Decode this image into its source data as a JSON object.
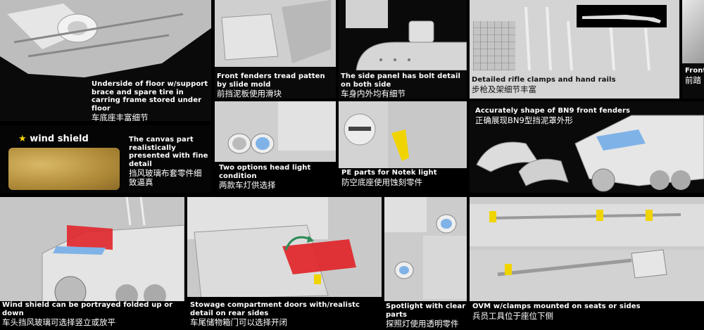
{
  "panels": {
    "underside": {
      "en": "Underside of floor w/support brace and spare tire in carring frame stored under floor",
      "zh": "车底座丰富细节"
    },
    "front_fenders": {
      "en": "Front fenders tread patten by slide mold",
      "zh": "前挡泥板使用滑块"
    },
    "side_panel": {
      "en": "The side panel has bolt detail on both side",
      "zh": "车身内外均有细节"
    },
    "rifle_clamps": {
      "en": "Detailed rifle clamps and hand rails",
      "zh": "步枪及架细节丰富"
    },
    "front_partial": {
      "en": "Front",
      "zh": "前踏"
    },
    "wind_shield_title": "wind shield",
    "canvas": {
      "en": "The canvas part realistically presented with fine detail",
      "zh": "挡风玻璃布套零件细致逼真"
    },
    "head_light": {
      "en": "Two options head light condition",
      "zh": "两款车灯供选择"
    },
    "notek": {
      "en": "PE parts for Notek light",
      "zh": "防空底座使用蚀刻零件"
    },
    "bn9": {
      "en": "Accurately shape of BN9 front fenders",
      "zh": "正确展现BN9型挡泥罩外形"
    },
    "wind_fold": {
      "en": "Wind shield can be portrayed folded up or down",
      "zh": "车头挡风玻璃可选择竖立或放平"
    },
    "stowage": {
      "en": "Stowage compartment doors with/realistc detail on rear sides",
      "zh": "车尾储物箱门可以选择开闭"
    },
    "spotlight": {
      "en": "Spotlight with clear parts",
      "zh": "探照灯使用透明零件"
    },
    "ovm": {
      "en": "OVM w/clamps mounted on seats or sides",
      "zh": "兵员工具位于座位下侧"
    }
  },
  "icons": {
    "star": "★"
  },
  "colors": {
    "highlight_red": "#e0252a",
    "highlight_yellow": "#f0d400",
    "highlight_blue": "#7fb3e8",
    "arrow_green": "#2e8b57"
  }
}
